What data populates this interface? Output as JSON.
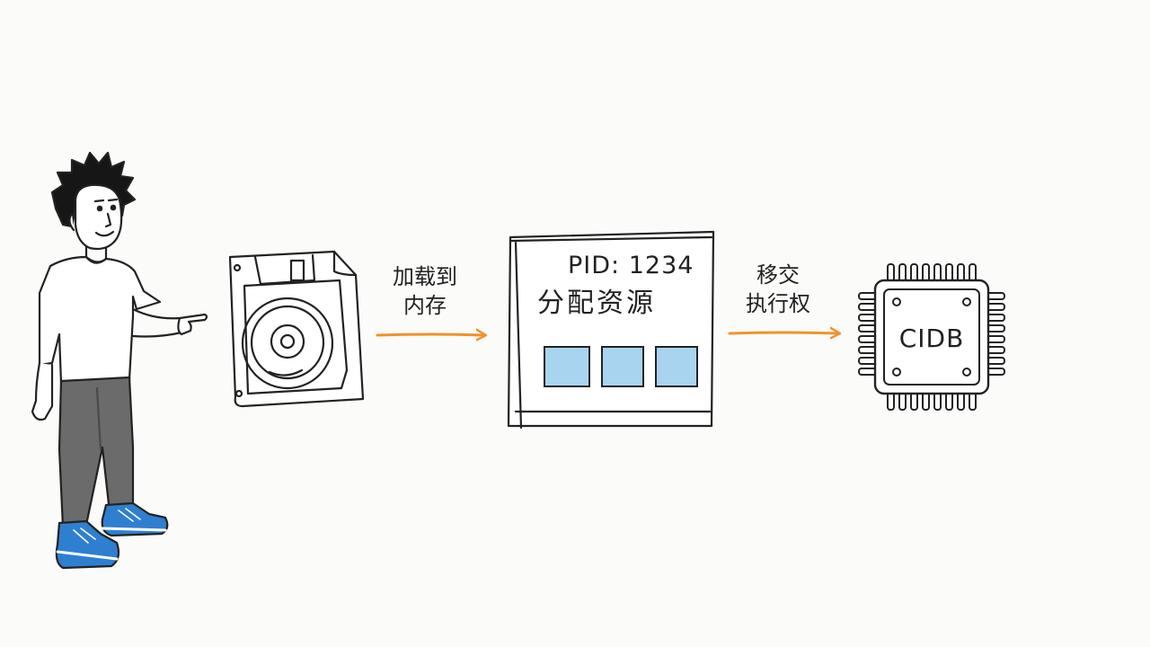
{
  "colors": {
    "ink": "#222222",
    "arrow": "#f0922b",
    "memory_block": "#a9d4ef",
    "shirt": "#ffffff",
    "pants": "#6b6b6b",
    "shoes": "#2f7fd1",
    "background": "#fbfbfa"
  },
  "actor": {
    "icon": "person-pointing-icon"
  },
  "disk": {
    "icon": "floppy-disk-icon"
  },
  "step1": {
    "line1": "加载到",
    "line2": "内存"
  },
  "process": {
    "pid_text": "PID: 1234",
    "alloc_text": "分配资源",
    "blocks": [
      "",
      "",
      ""
    ]
  },
  "step2": {
    "line1": "移交",
    "line2": "执行权"
  },
  "cpu": {
    "label": "CIDB",
    "icon": "cpu-chip-icon"
  }
}
